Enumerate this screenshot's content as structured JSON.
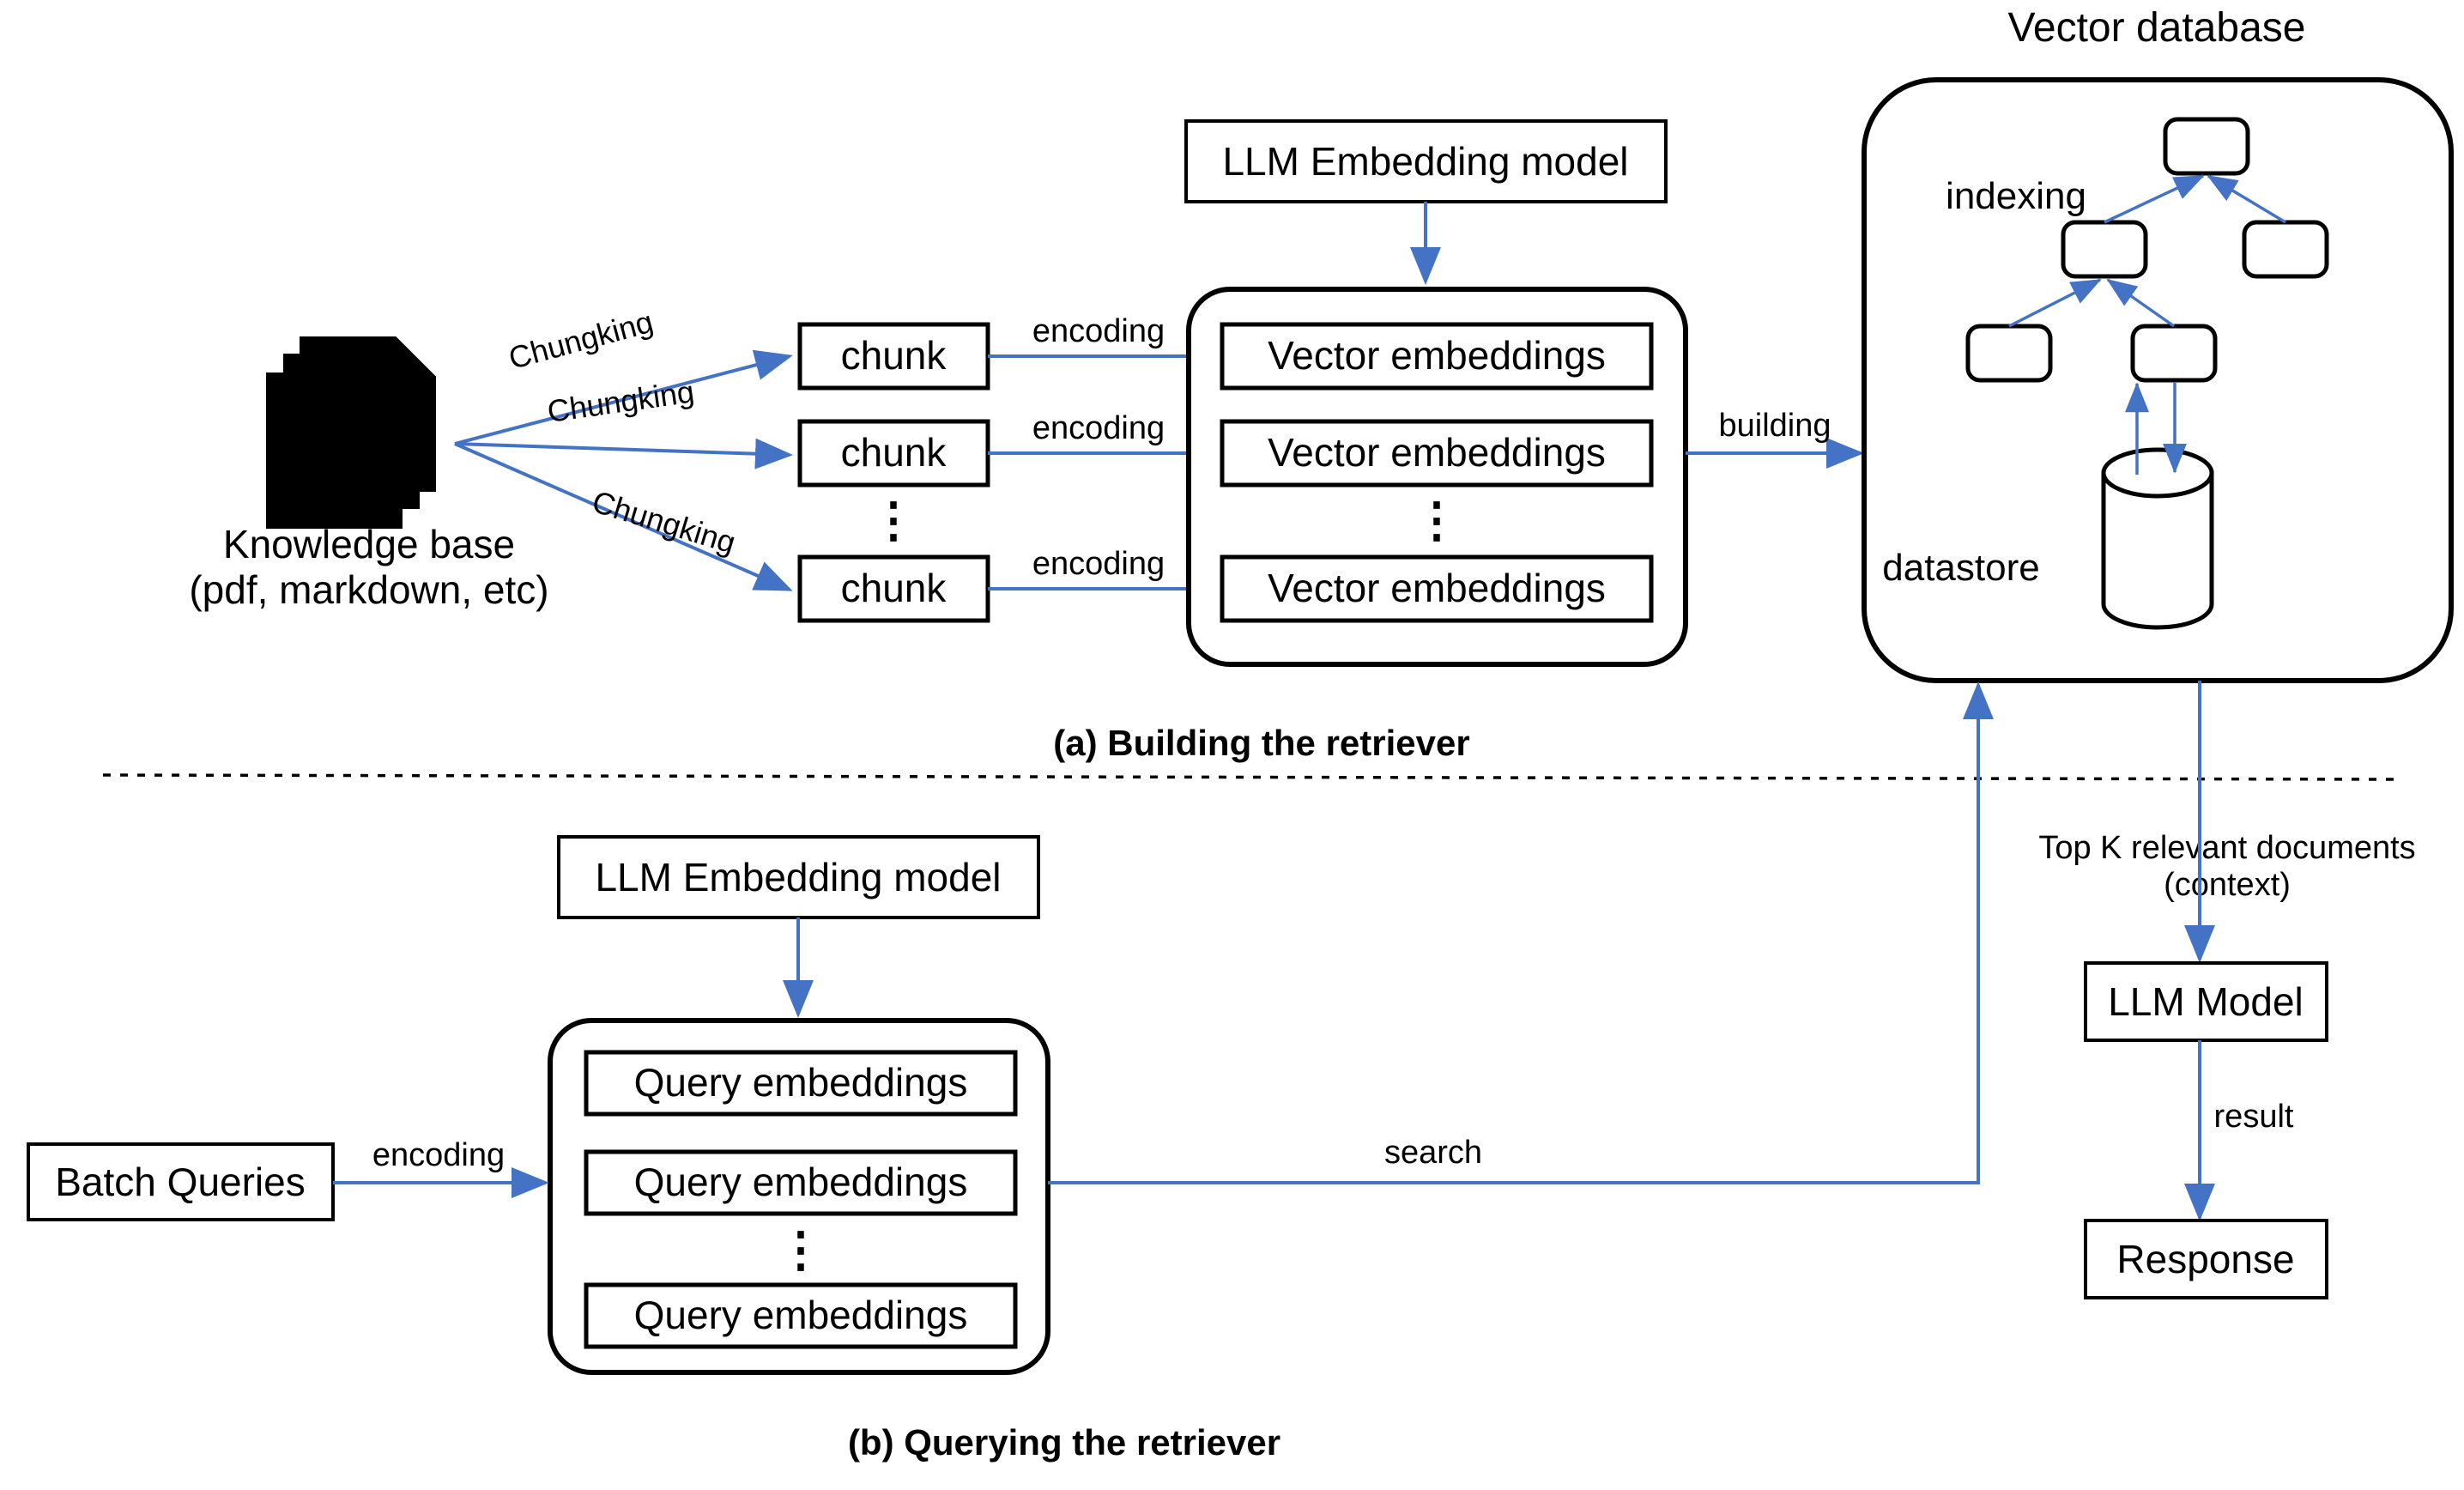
{
  "diagram": {
    "title": "RAG retriever architecture",
    "accent_color": "#4472C4",
    "line_color": "#000000",
    "background": "#ffffff"
  },
  "panel_a": {
    "caption": "(a) Building the retriever",
    "knowledge_base": {
      "icon": "documents-stack-icon",
      "label_line1": "Knowledge base",
      "label_line2": "(pdf, markdown, etc)"
    },
    "chunking_labels": [
      "Chungking",
      "Chungking",
      "Chungking"
    ],
    "chunks": [
      "chunk",
      "chunk",
      "chunk"
    ],
    "chunk_ellipsis": "⋮",
    "encoding_labels": [
      "encoding",
      "encoding",
      "encoding"
    ],
    "embedding_model": "LLM Embedding model",
    "vector_embeddings": [
      "Vector embeddings",
      "Vector embeddings",
      "Vector embeddings"
    ],
    "embeddings_ellipsis": "⋮",
    "building_label": "building",
    "vector_database": {
      "title": "Vector database",
      "indexing_label": "indexing",
      "datastore_label": "datastore",
      "tree_nodes": [
        "",
        "",
        "",
        "",
        ""
      ]
    }
  },
  "panel_b": {
    "caption": "(b) Querying the retriever",
    "embedding_model": "LLM Embedding model",
    "batch_queries": "Batch Queries",
    "encoding_label": "encoding",
    "query_embeddings": [
      "Query embeddings",
      "Query embeddings",
      "Query embeddings"
    ],
    "query_ellipsis": "⋮",
    "search_label": "search",
    "topk_label_line1": "Top K relevant documents",
    "topk_label_line2": "(context)",
    "llm_model": "LLM Model",
    "result_label": "result",
    "response": "Response"
  }
}
